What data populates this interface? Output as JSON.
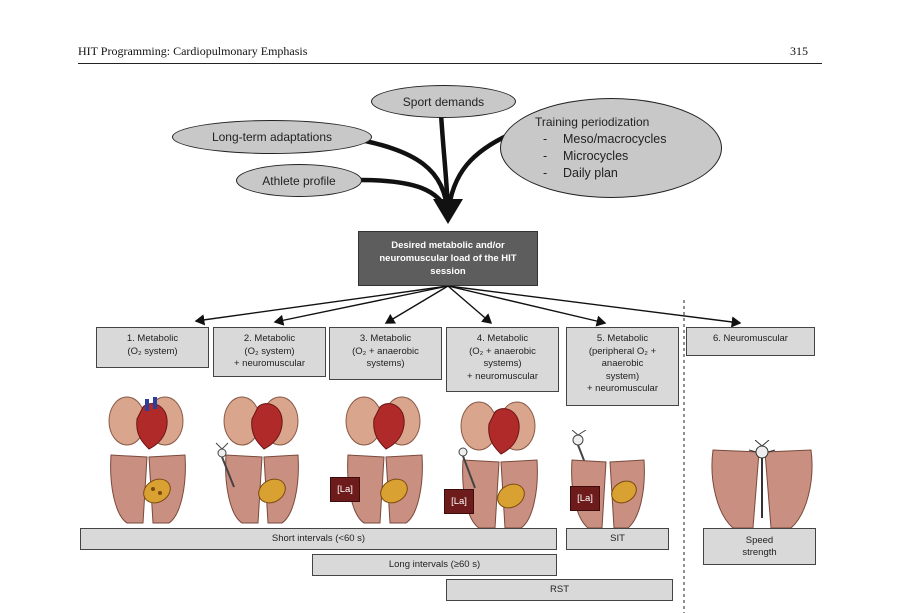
{
  "header": {
    "title": "HIT Programming: Cardiopulmonary Emphasis",
    "page_number": "315"
  },
  "inputs": {
    "sport_demands": "Sport demands",
    "long_term": "Long-term adaptations",
    "athlete_profile": "Athlete profile",
    "periodization": {
      "title": "Training periodization",
      "items": [
        "Meso/macrocycles",
        "Microcycles",
        "Daily plan"
      ]
    }
  },
  "center_box": "Desired metabolic and/or neuromuscular load of the HIT session",
  "categories": [
    "1. Metabolic\n(O₂ system)",
    "2. Metabolic\n(O₂ system)\n+ neuromuscular",
    "3. Metabolic\n(O₂ + anaerobic\nsystems)",
    "4. Metabolic\n(O₂ + anaerobic\nsystems)\n+ neuromuscular",
    "5. Metabolic\n(peripheral O₂ +\nanaerobic\nsystem)\n+ neuromuscular",
    "6. Neuromuscular"
  ],
  "lactate_label": "[La]",
  "bars": {
    "short": "Short intervals (<60 s)",
    "sit": "SIT",
    "speed": "Speed\nstrength",
    "long": "Long intervals (≥60 s)",
    "rst": "RST"
  },
  "icons": [
    "lungs-heart-icon",
    "thigh-muscle-icon",
    "kidney-icon",
    "neuron-icon"
  ]
}
